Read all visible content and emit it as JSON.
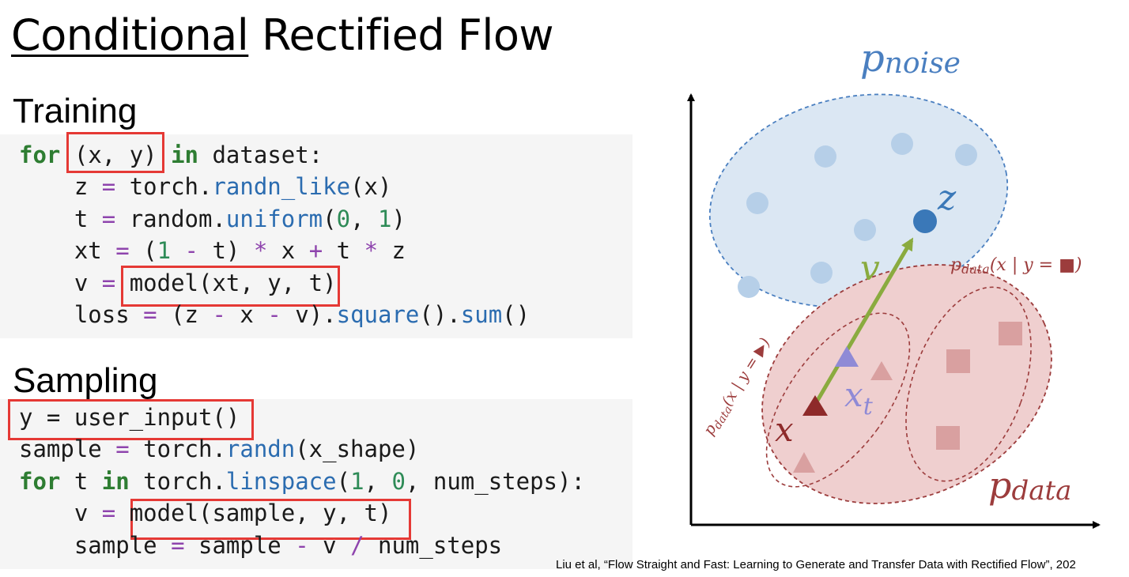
{
  "slide": {
    "title_underlined": "Conditional",
    "title_rest": " Rectified Flow",
    "citation": "Liu et al, “Flow Straight and Fast: Learning to Generate and Transfer Data with Rectified Flow”, 202"
  },
  "training": {
    "heading": "Training",
    "lines": [
      [
        {
          "t": "for",
          "c": "kw"
        },
        {
          "t": " "
        },
        {
          "t": "(x, y)",
          "c": "box"
        },
        {
          "t": " "
        },
        {
          "t": "in",
          "c": "kw"
        },
        {
          "t": " dataset:"
        }
      ],
      [
        {
          "t": "    z "
        },
        {
          "t": "=",
          "c": "op"
        },
        {
          "t": " torch."
        },
        {
          "t": "randn_like",
          "c": "fn"
        },
        {
          "t": "(x)"
        }
      ],
      [
        {
          "t": "    t "
        },
        {
          "t": "=",
          "c": "op"
        },
        {
          "t": " random."
        },
        {
          "t": "uniform",
          "c": "fn"
        },
        {
          "t": "("
        },
        {
          "t": "0",
          "c": "num"
        },
        {
          "t": ", "
        },
        {
          "t": "1",
          "c": "num"
        },
        {
          "t": ")"
        }
      ],
      [
        {
          "t": "    xt "
        },
        {
          "t": "=",
          "c": "op"
        },
        {
          "t": " ("
        },
        {
          "t": "1",
          "c": "num"
        },
        {
          "t": " "
        },
        {
          "t": "-",
          "c": "op"
        },
        {
          "t": " t) "
        },
        {
          "t": "*",
          "c": "op"
        },
        {
          "t": " x "
        },
        {
          "t": "+",
          "c": "op"
        },
        {
          "t": " t "
        },
        {
          "t": "*",
          "c": "op"
        },
        {
          "t": " z"
        }
      ],
      [
        {
          "t": "    v "
        },
        {
          "t": "=",
          "c": "op"
        },
        {
          "t": " "
        },
        {
          "t": "model(xt, y, t)",
          "c": "box"
        }
      ],
      [
        {
          "t": "    loss "
        },
        {
          "t": "=",
          "c": "op"
        },
        {
          "t": " (z "
        },
        {
          "t": "-",
          "c": "op"
        },
        {
          "t": " x "
        },
        {
          "t": "-",
          "c": "op"
        },
        {
          "t": " v)."
        },
        {
          "t": "square",
          "c": "fn"
        },
        {
          "t": "()."
        },
        {
          "t": "sum",
          "c": "fn"
        },
        {
          "t": "()"
        }
      ]
    ]
  },
  "sampling": {
    "heading": "Sampling",
    "lines": [
      [
        {
          "t": "y = user_input()",
          "c": "box"
        }
      ],
      [
        {
          "t": "sample "
        },
        {
          "t": "=",
          "c": "op"
        },
        {
          "t": " torch."
        },
        {
          "t": "randn",
          "c": "fn"
        },
        {
          "t": "(x_shape)"
        }
      ],
      [
        {
          "t": "for",
          "c": "kw"
        },
        {
          "t": " t "
        },
        {
          "t": "in",
          "c": "kw"
        },
        {
          "t": " torch."
        },
        {
          "t": "linspace",
          "c": "fn"
        },
        {
          "t": "("
        },
        {
          "t": "1",
          "c": "num"
        },
        {
          "t": ", "
        },
        {
          "t": "0",
          "c": "num"
        },
        {
          "t": ", num_steps):"
        }
      ],
      [
        {
          "t": "    v "
        },
        {
          "t": "=",
          "c": "op"
        },
        {
          "t": " "
        },
        {
          "t": "model(sample, y, t)",
          "c": "box"
        }
      ],
      [
        {
          "t": "    sample "
        },
        {
          "t": "=",
          "c": "op"
        },
        {
          "t": " sample "
        },
        {
          "t": "-",
          "c": "op"
        },
        {
          "t": " v "
        },
        {
          "t": "/",
          "c": "op"
        },
        {
          "t": " num_steps"
        }
      ]
    ]
  },
  "diagram": {
    "label_noise_main": "p",
    "label_noise_sub": "noise",
    "label_data_main": "p",
    "label_data_sub": "data",
    "label_z": "z",
    "label_v": "v",
    "label_x": "x",
    "label_xt_main": "x",
    "label_xt_sub": "t",
    "label_cond_square_p": "p",
    "label_cond_square_sub": "data",
    "label_cond_square_rest": "(x | y = ■)",
    "label_cond_triangle_p": "p",
    "label_cond_triangle_sub": "data",
    "label_cond_triangle_rest": "(x | y = ▶)",
    "colors": {
      "noise_fill": "#dbe7f3",
      "noise_stroke": "#4a7fc0",
      "noise_point": "#b6cfe8",
      "z_point": "#3a78b8",
      "data_fill": "#efcfcf",
      "data_stroke": "#9c3c3c",
      "data_marker": "#d9a0a0",
      "x_marker": "#8e2a2a",
      "xt_marker": "#8f8ad6",
      "arrow": "#8aab3f"
    }
  }
}
